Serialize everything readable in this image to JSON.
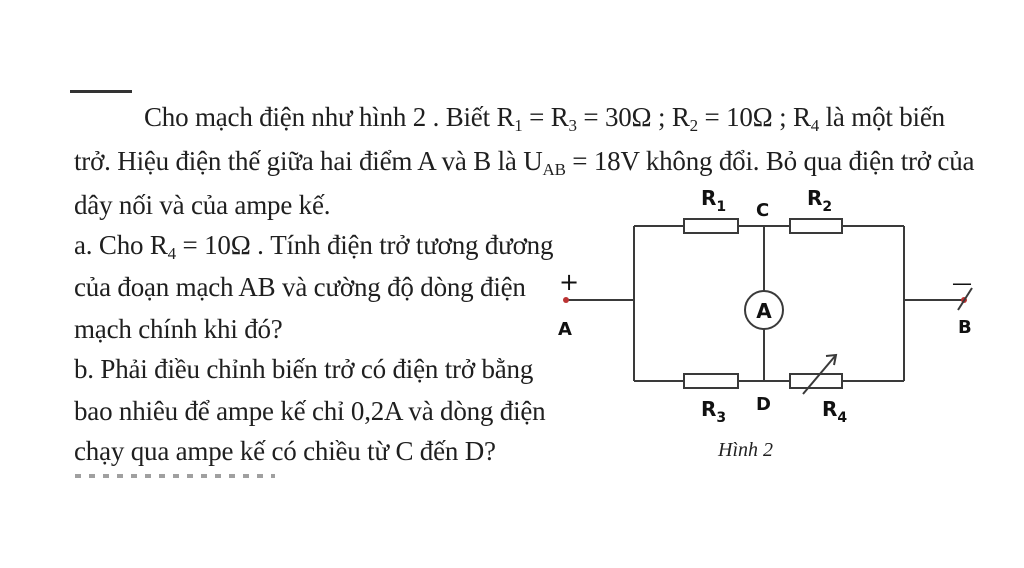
{
  "problem": {
    "line1": {
      "text_start": "Cho mạch điện như hình 2 . Biết R",
      "r1_sub": "1",
      "eq1": " = R",
      "r3_sub": "3",
      "eq2": " = 30Ω ; R",
      "r2_sub": "2",
      "eq3": " = 10Ω ; R",
      "r4_sub": "4",
      "text_end": " là một biến"
    },
    "line2": {
      "text_start": "trở. Hiệu điện thế giữa hai điểm A và B là U",
      "uab_sub": "AB",
      "text_end": " = 18V không đổi. Bỏ qua điện trở của"
    },
    "line3": "dây nối và của ampe kế.",
    "part_a": {
      "line1_start": "a. Cho R",
      "r4_sub": "4",
      "line1_end": " = 10Ω . Tính điện trở tương đương",
      "line2": "của đoạn mạch AB và cường độ dòng điện",
      "line3": "mạch chính khi đó?"
    },
    "part_b": {
      "line1": "b. Phải điều chỉnh biến trở có điện trở bằng",
      "line2": "bao nhiêu để ampe kế chỉ 0,2A và dòng điện",
      "line3": "chạy qua ampe kế có chiều từ  C đến D?"
    }
  },
  "circuit": {
    "label_r1": "R",
    "label_r1_sub": "1",
    "label_r2": "R",
    "label_r2_sub": "2",
    "label_r3": "R",
    "label_r3_sub": "3",
    "label_r4": "R",
    "label_r4_sub": "4",
    "label_c": "C",
    "label_d": "D",
    "label_a": "A",
    "label_b": "B",
    "plus_sign": "+",
    "minus_sign": "—",
    "ammeter": "A",
    "caption": "Hình 2"
  }
}
